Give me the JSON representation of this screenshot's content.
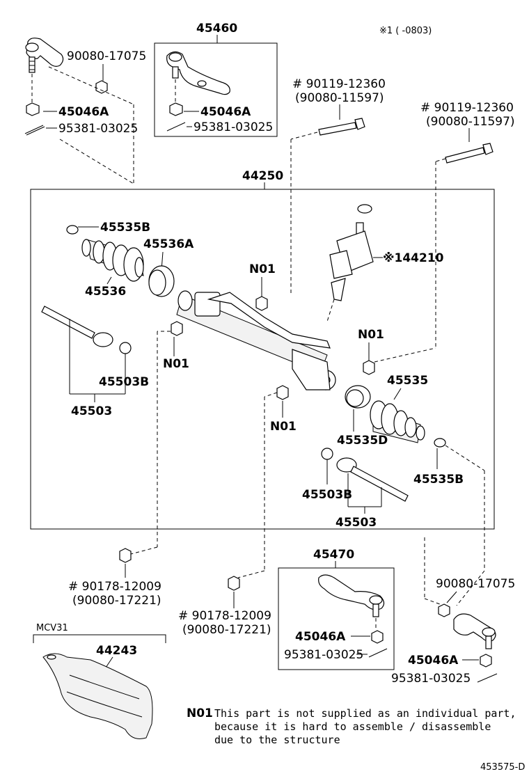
{
  "header": {
    "remark": "※1 (      -0803)"
  },
  "groups": {
    "tie_rod_end_left_group": "45460",
    "steering_gear_assy": "44250",
    "tie_rod_end_right_group": "45470",
    "cover_model": "MCV31"
  },
  "parts": {
    "p_90080_17075_top": "90080-17075",
    "p_45046a_top_left": "45046A",
    "p_95381_top_left": "95381-03025",
    "p_45046a_mid": "45046A",
    "p_95381_mid": "95381-03025",
    "bolt_a_line1": "# 90119-12360",
    "bolt_a_line2": "(90080-11597)",
    "bolt_b_line1": "# 90119-12360",
    "bolt_b_line2": "(90080-11597)",
    "p_45535b_left": "45535B",
    "p_45536a": "45536A",
    "p_45536": "45536",
    "p_n01_a": "N01",
    "p_44210": "※144210",
    "p_n01_b": "N01",
    "p_n01_c": "N01",
    "p_45503b_left": "45503B",
    "p_45503_left": "45503",
    "p_45535": "45535",
    "p_n01_d": "N01",
    "p_45535d": "45535D",
    "p_45535b_right": "45535B",
    "p_45503b_right": "45503B",
    "p_45503_right": "45503",
    "nut_a_line1": "# 90178-12009",
    "nut_a_line2": "(90080-17221)",
    "nut_b_line1": "# 90178-12009",
    "nut_b_line2": "(90080-17221)",
    "p_90080_17075_bottom": "90080-17075",
    "p_45046a_low_mid": "45046A",
    "p_95381_low_mid": "95381-03025",
    "p_45046a_low_right": "45046A",
    "p_95381_low_right": "95381-03025",
    "p_44243": "44243"
  },
  "footnote": {
    "code": "N01",
    "line1": "This part is not supplied as an individual part,",
    "line2": "because it is hard to assemble / disassemble",
    "line3": "due to the structure"
  },
  "figure_id": "453575-D"
}
